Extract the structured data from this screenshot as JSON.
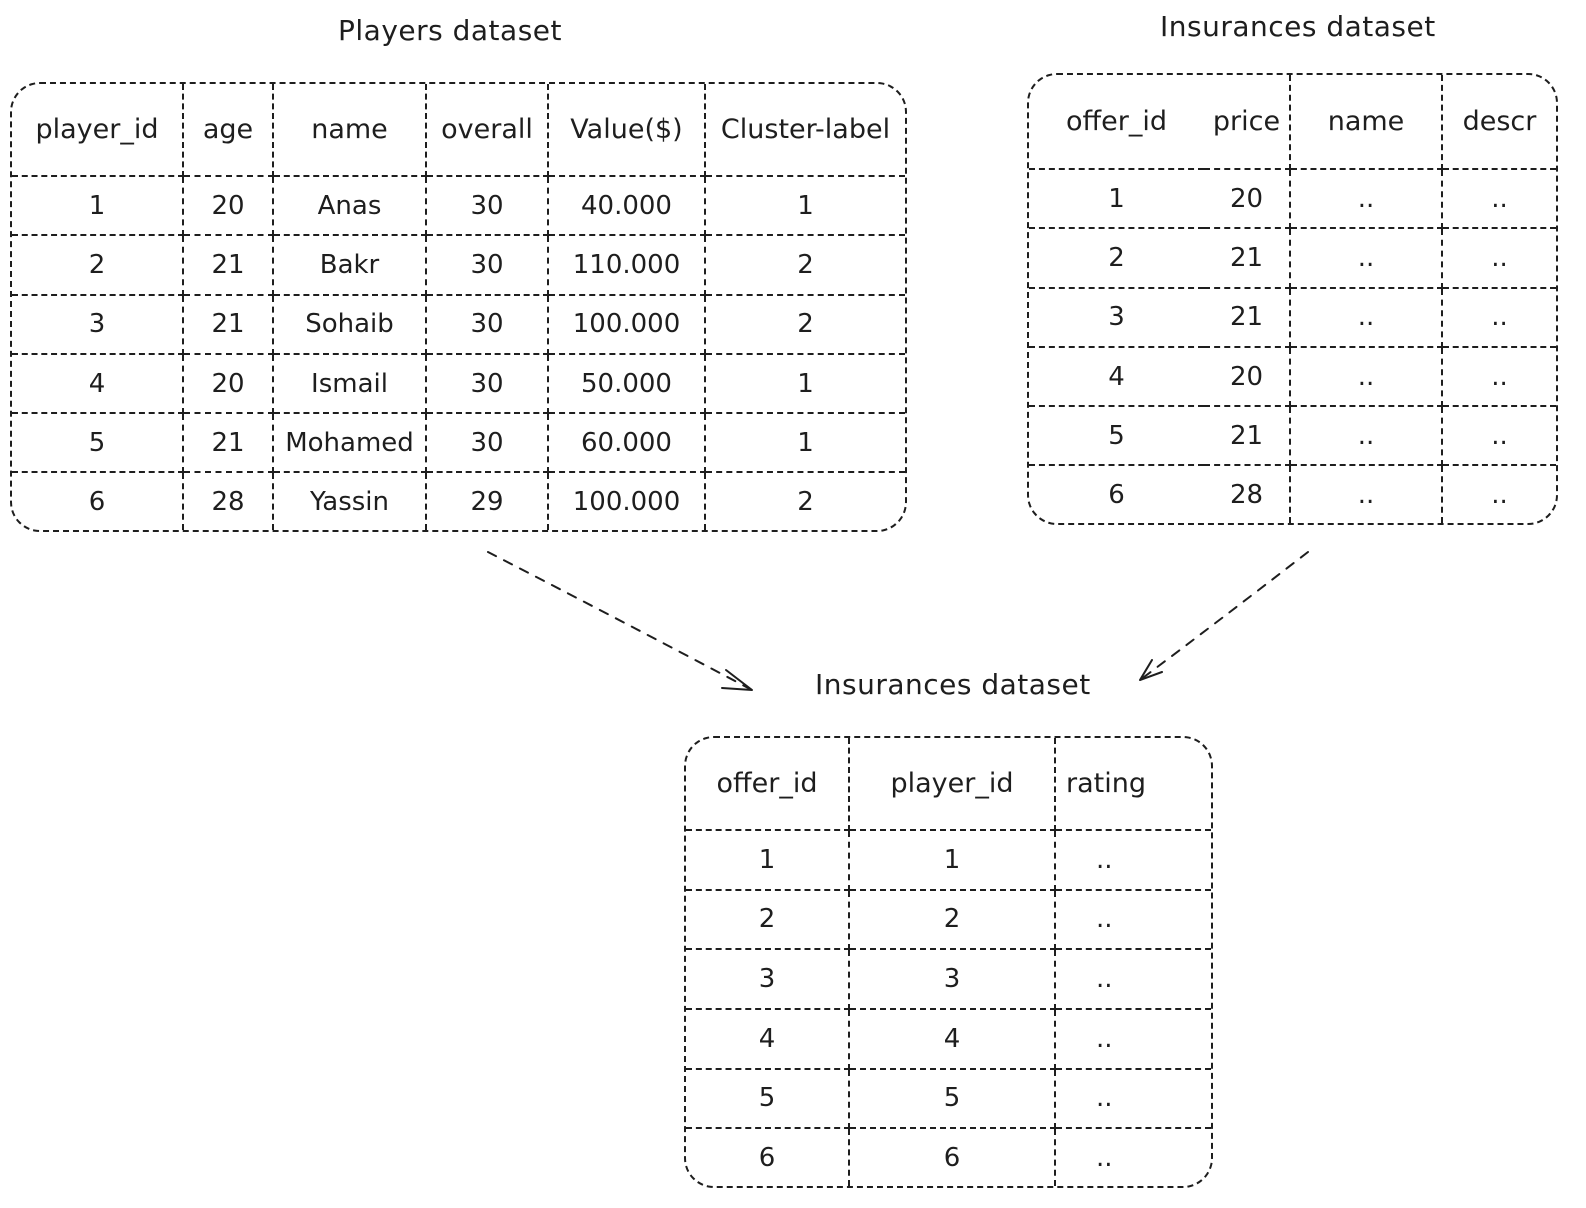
{
  "players": {
    "title": "Players dataset",
    "headers": [
      "player_id",
      "age",
      "name",
      "overall",
      "Value($)",
      "Cluster-label"
    ],
    "rows": [
      [
        "1",
        "20",
        "Anas",
        "30",
        "40.000",
        "1"
      ],
      [
        "2",
        "21",
        "Bakr",
        "30",
        "110.000",
        "2"
      ],
      [
        "3",
        "21",
        "Sohaib",
        "30",
        "100.000",
        "2"
      ],
      [
        "4",
        "20",
        "Ismail",
        "30",
        "50.000",
        "1"
      ],
      [
        "5",
        "21",
        "Mohamed",
        "30",
        "60.000",
        "1"
      ],
      [
        "6",
        "28",
        "Yassin",
        "29",
        "100.000",
        "2"
      ]
    ]
  },
  "insurances": {
    "title": "Insurances dataset",
    "headers": [
      "offer_id",
      "price",
      "name",
      "descr"
    ],
    "rows": [
      [
        "1",
        "20",
        "..",
        ".."
      ],
      [
        "2",
        "21",
        "..",
        ".."
      ],
      [
        "3",
        "21",
        "..",
        ".."
      ],
      [
        "4",
        "20",
        "..",
        ".."
      ],
      [
        "5",
        "21",
        "..",
        ".."
      ],
      [
        "6",
        "28",
        "..",
        ".."
      ]
    ]
  },
  "ratings": {
    "title": "Insurances dataset",
    "headers": [
      "offer_id",
      "player_id",
      "rating"
    ],
    "rows": [
      [
        "1",
        "1",
        ".."
      ],
      [
        "2",
        "2",
        ".."
      ],
      [
        "3",
        "3",
        ".."
      ],
      [
        "4",
        "4",
        ".."
      ],
      [
        "5",
        "5",
        ".."
      ],
      [
        "6",
        "6",
        ".."
      ]
    ]
  },
  "colors": {
    "stroke": "#1e1e1e",
    "background": "#ffffff"
  }
}
